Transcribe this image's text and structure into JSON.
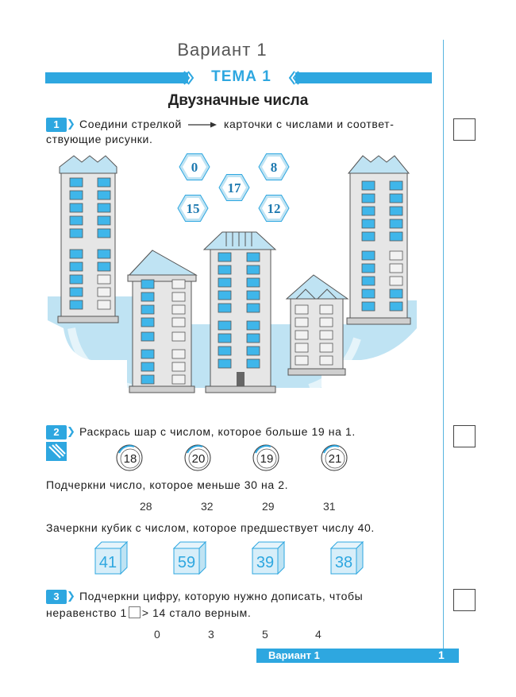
{
  "header": {
    "variant_title": "Вариант 1",
    "theme_label": "ТЕМА 1",
    "section_title": "Двузначные числа"
  },
  "task1": {
    "number": "1",
    "line1_a": "Соедини стрелкой",
    "line1_b": "карточки с числами и соответ-",
    "line2": "ствующие рисунки.",
    "cards": [
      "0",
      "8",
      "17",
      "15",
      "12"
    ]
  },
  "task2": {
    "number": "2",
    "instruction_balls": "Раскрась шар с числом, которое больше 19 на 1.",
    "balls": [
      "18",
      "20",
      "19",
      "21"
    ],
    "instruction_underline": "Подчеркни число, которое меньше 30 на 2.",
    "underline_numbers": [
      "28",
      "32",
      "29",
      "31"
    ],
    "instruction_cubes": "Зачеркни кубик с числом, которое предшествует числу 40.",
    "cubes": [
      "41",
      "59",
      "39",
      "38"
    ]
  },
  "task3": {
    "number": "3",
    "line1": "Подчеркни цифру, которую нужно дописать, чтобы",
    "line2_a": "неравенство 1",
    "line2_b": "> 14 стало верным.",
    "digits": [
      "0",
      "3",
      "5",
      "4"
    ]
  },
  "footer": {
    "variant": "Вариант 1",
    "page": "1"
  },
  "colors": {
    "accent": "#2ea7e0",
    "light_blue": "#bfe3f3",
    "window_blue": "#3fb6ea",
    "building_gray": "#e6e6e6"
  },
  "icons": [
    "pencils-icon",
    "arrow-icon"
  ]
}
